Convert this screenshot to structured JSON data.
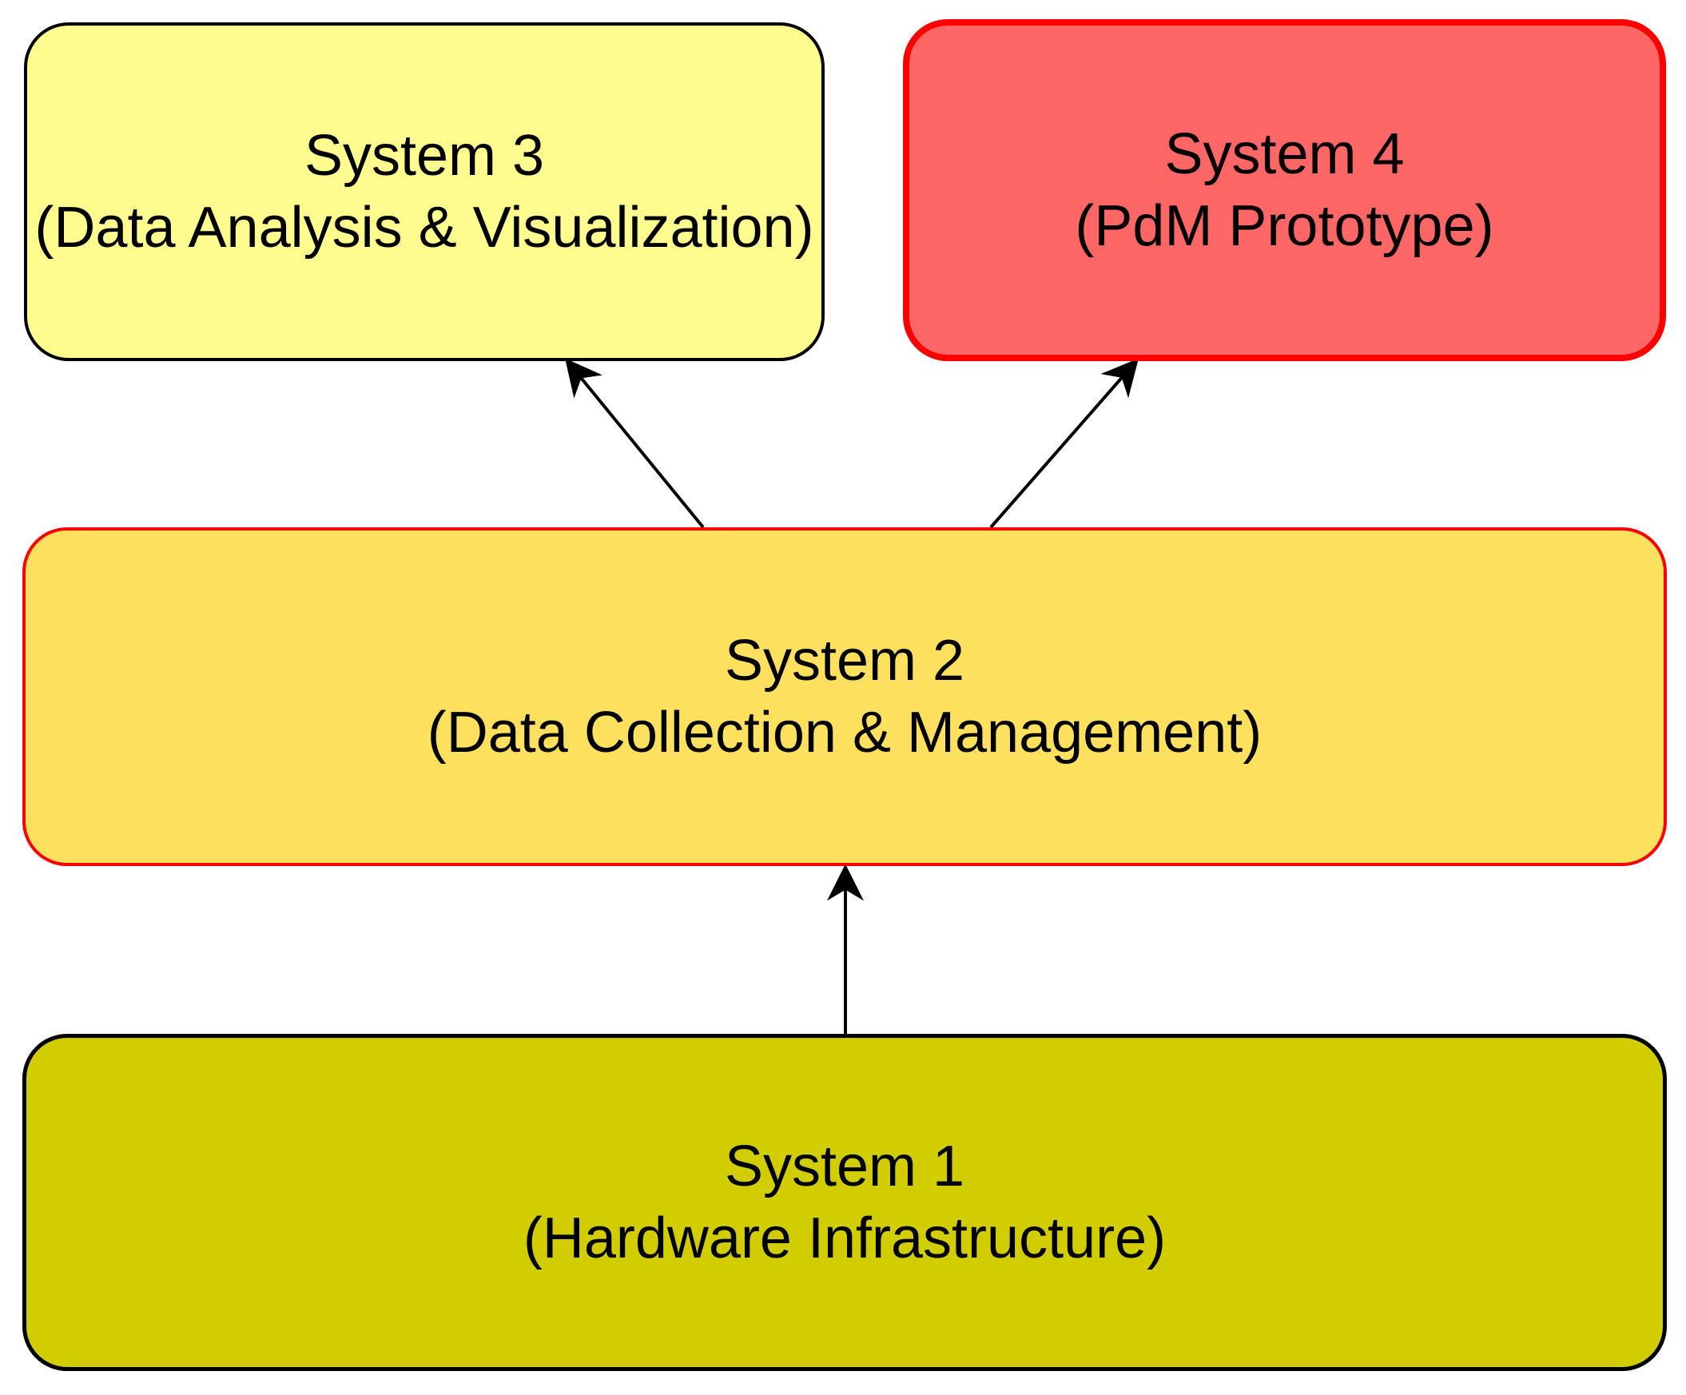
{
  "colors": {
    "system1_fill": "#d1cd00",
    "system1_border": "#000000",
    "system2_fill": "#fee05f",
    "system2_border": "#ff0000",
    "system3_fill": "#fefc8f",
    "system3_border": "#000000",
    "system4_fill": "#ff6666",
    "system4_border": "#ff0000",
    "arrow": "#000000"
  },
  "boxes": {
    "system3": {
      "title": "System 3",
      "subtitle": "(Data Analysis & Visualization)"
    },
    "system4": {
      "title": "System 4",
      "subtitle": "(PdM Prototype)"
    },
    "system2": {
      "title": "System 2",
      "subtitle": "(Data Collection & Management)"
    },
    "system1": {
      "title": "System 1",
      "subtitle": "(Hardware Infrastructure)"
    }
  },
  "edges": [
    {
      "from": "system1",
      "to": "system2"
    },
    {
      "from": "system2",
      "to": "system3"
    },
    {
      "from": "system2",
      "to": "system4"
    }
  ]
}
